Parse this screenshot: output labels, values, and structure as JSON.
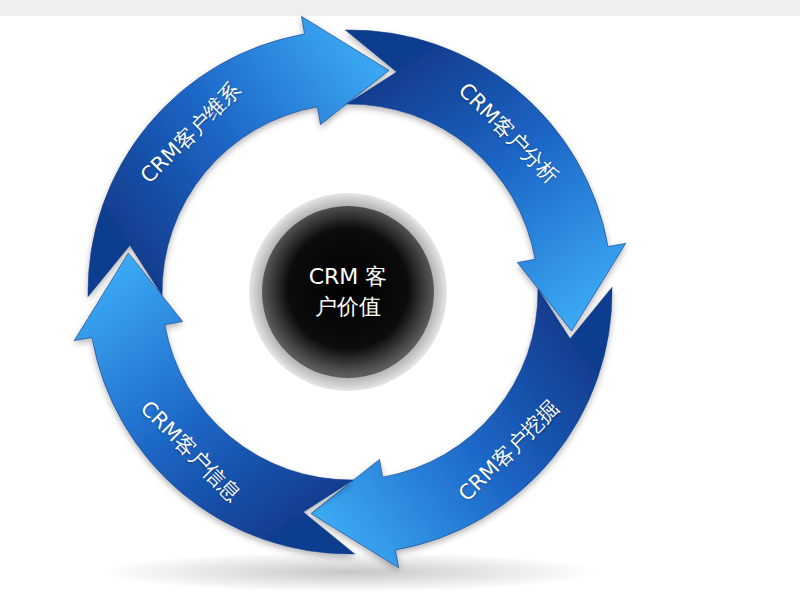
{
  "diagram": {
    "nodes": [
      {
        "text": [
          "CRM客户维系"
        ]
      },
      {
        "text": [
          "CRM客户分析"
        ]
      },
      {
        "text": [
          "CRM客户挖掘"
        ]
      },
      {
        "text": [
          "CRM客户信息"
        ]
      },
      {
        "text": [
          "CRM 客户价值"
        ]
      }
    ]
  }
}
